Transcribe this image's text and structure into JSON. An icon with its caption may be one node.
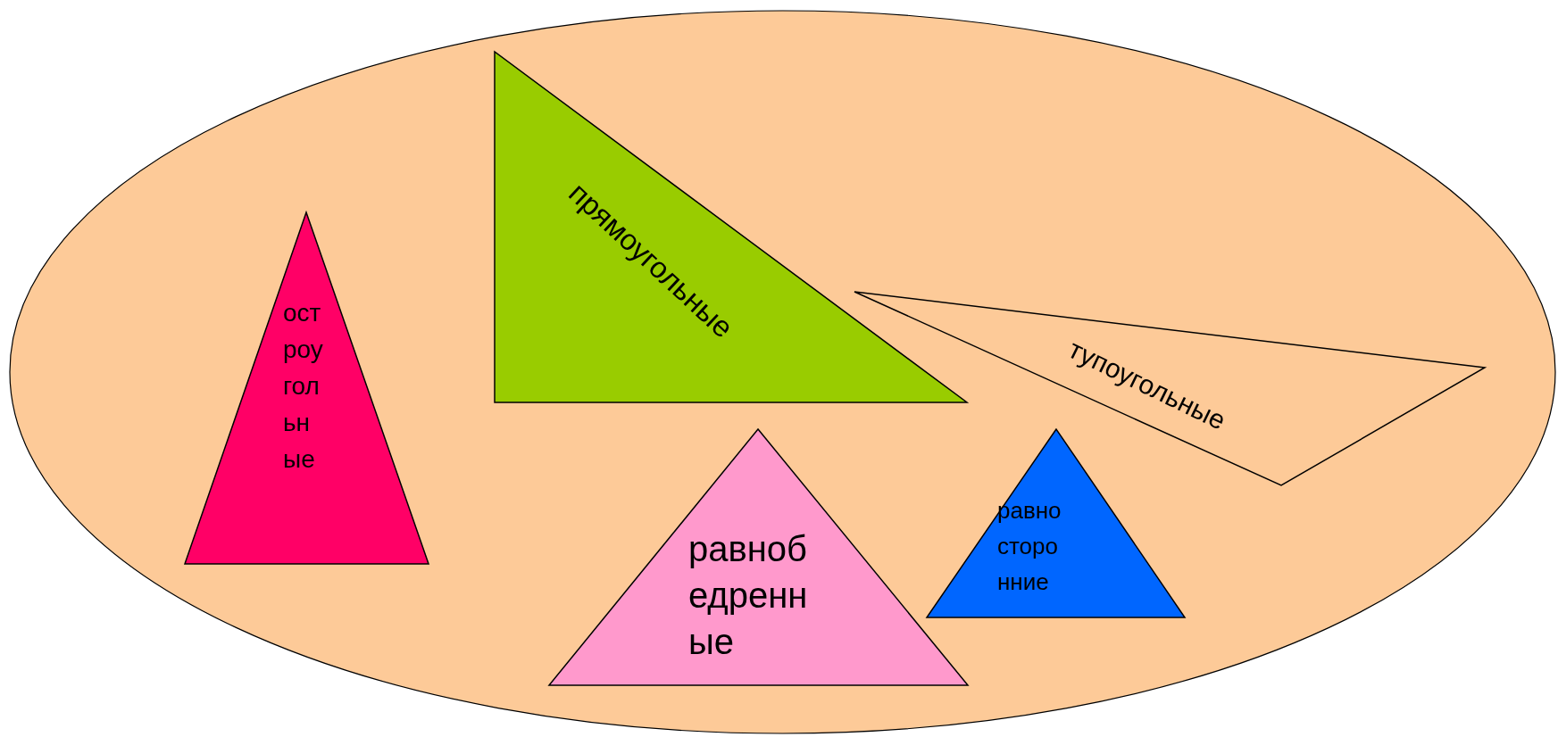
{
  "diagram": {
    "nodes": [
      {
        "text": [],
        "shape": "ellipse"
      },
      {
        "text": [
          "остроугольные"
        ],
        "in": 0
      },
      {
        "text": [
          "прямоугольные"
        ],
        "in": 0
      },
      {
        "text": [
          "тупоугольные"
        ],
        "in": 0
      },
      {
        "text": [
          "равнобедренные"
        ],
        "in": 0
      },
      {
        "text": [
          "равносторонние"
        ],
        "in": 0
      }
    ]
  }
}
